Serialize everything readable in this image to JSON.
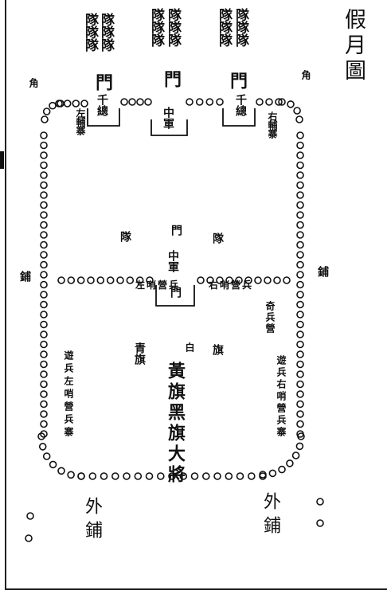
{
  "title": "假月圖",
  "ranks": {
    "left": "隊隊隊",
    "middle": "隊隊隊",
    "right": "隊隊隊"
  },
  "gates": {
    "left": "門",
    "middle": "門",
    "right": "門"
  },
  "gate_labels": {
    "left": "千總",
    "middle": "中軍",
    "right": "千總"
  },
  "upper_side_notes": {
    "left": "左輔寨",
    "right": "右輔寨",
    "corner_left": "角",
    "corner_right": "角"
  },
  "center": {
    "upper_left": "隊",
    "upper_mid": "門",
    "upper_right": "隊",
    "command": "中軍",
    "gate": "門"
  },
  "cross": {
    "left_text": "左哨營兵",
    "right_text": "右哨營兵",
    "side_left": "鋪",
    "side_right": "鋪"
  },
  "middle_area": {
    "left": "青旗",
    "center_small": "白",
    "right": "旗",
    "main": "黃旗黑旗大將"
  },
  "lower_side_notes": {
    "left": "遊兵左哨營兵寨",
    "right_top": "奇兵營",
    "right_bottom": "遊兵右哨營兵寨"
  },
  "outer_posts": {
    "left": "外鋪",
    "right": "外鋪"
  },
  "colors": {
    "ink": "#111111",
    "paper": "#ffffff"
  }
}
